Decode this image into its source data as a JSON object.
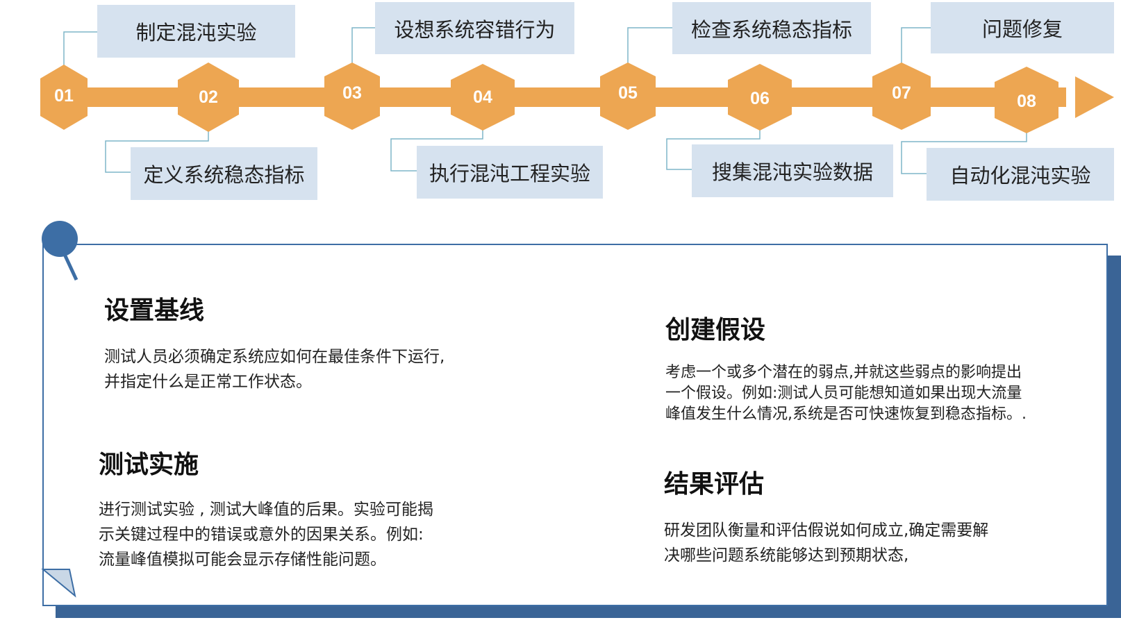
{
  "colors": {
    "timeline": "#eda652",
    "label_bg": "#d6e2ef",
    "connector": "#7fb5c9",
    "card_border": "#3d6ea5",
    "card_shadow": "#3a6496"
  },
  "steps": [
    {
      "num": "01",
      "label": "制定混沌实验"
    },
    {
      "num": "02",
      "label": "定义系统稳态指标"
    },
    {
      "num": "03",
      "label": "设想系统容错行为"
    },
    {
      "num": "04",
      "label": "执行混沌工程实验"
    },
    {
      "num": "05",
      "label": "检查系统稳态指标"
    },
    {
      "num": "06",
      "label": "搜集混沌实验数据"
    },
    {
      "num": "07",
      "label": "问题修复"
    },
    {
      "num": "08",
      "label": "自动化混沌实验"
    }
  ],
  "sections": [
    {
      "title": "设置基线",
      "text_lines": [
        "测试人员必须确定系统应如何在最佳条件下运行,",
        "并指定什么是正常工作状态。"
      ]
    },
    {
      "title": "创建假设",
      "text_lines": [
        "考虑一个或多个潜在的弱点,并就这些弱点的影响提出",
        "一个假设。例如:测试人员可能想知道如果出现大流量",
        "峰值发生什么情况,系统是否可快速恢复到稳态指标。."
      ]
    },
    {
      "title": "测试实施",
      "text_lines": [
        "进行测试实验 , 测试大峰值的后果。实验可能揭",
        "示关键过程中的错误或意外的因果关系。例如:",
        "流量峰值模拟可能会显示存储性能问题。"
      ]
    },
    {
      "title": "结果评估",
      "text_lines": [
        "研发团队衡量和评估假说如何成立,确定需要解",
        "决哪些问题系统能够达到预期状态,"
      ]
    }
  ]
}
